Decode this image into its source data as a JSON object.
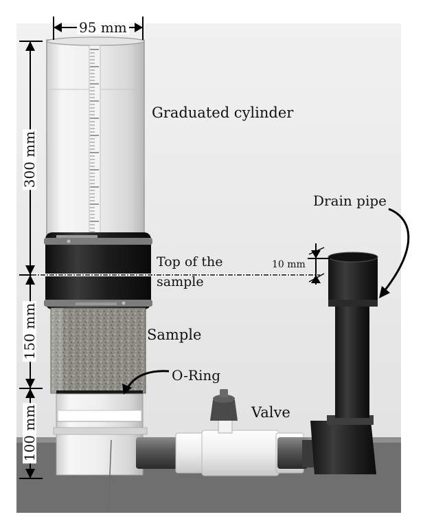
{
  "labels": {
    "graduated_cylinder": "Graduated cylinder",
    "drain_pipe": "Drain pipe",
    "top_of_sample_line1": "Top of the",
    "top_of_sample_line2": "sample",
    "offset_10mm": "10 mm",
    "sample": "Sample",
    "o_ring": "O-Ring",
    "valve": "Valve"
  },
  "dimensions": {
    "width_95mm": "95 mm",
    "height_300mm": "300 mm",
    "height_150mm": "150 mm",
    "height_100mm": "100 mm"
  },
  "colors": {
    "background_wall": "#e9e9e9",
    "bench_surface": "#6f6f6f",
    "rubber_coupling": "#1c1c1c",
    "pvc_dark": "#222222",
    "pvc_light": "#f1f1f1",
    "sample_fill": "#8a8a82",
    "annotation_line": "#000000"
  }
}
